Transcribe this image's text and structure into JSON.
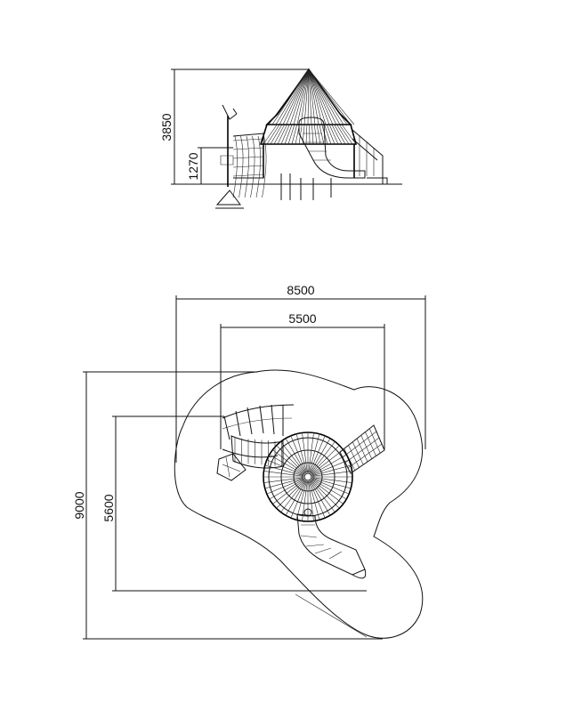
{
  "dimensions": {
    "elevation_height_total": "3850",
    "elevation_height_platform": "1270",
    "plan_width_overall": "8500",
    "plan_width_inner": "5500",
    "plan_depth_overall": "9000",
    "plan_depth_inner": "5600"
  },
  "colors": {
    "line": "#111111",
    "background": "#ffffff"
  }
}
